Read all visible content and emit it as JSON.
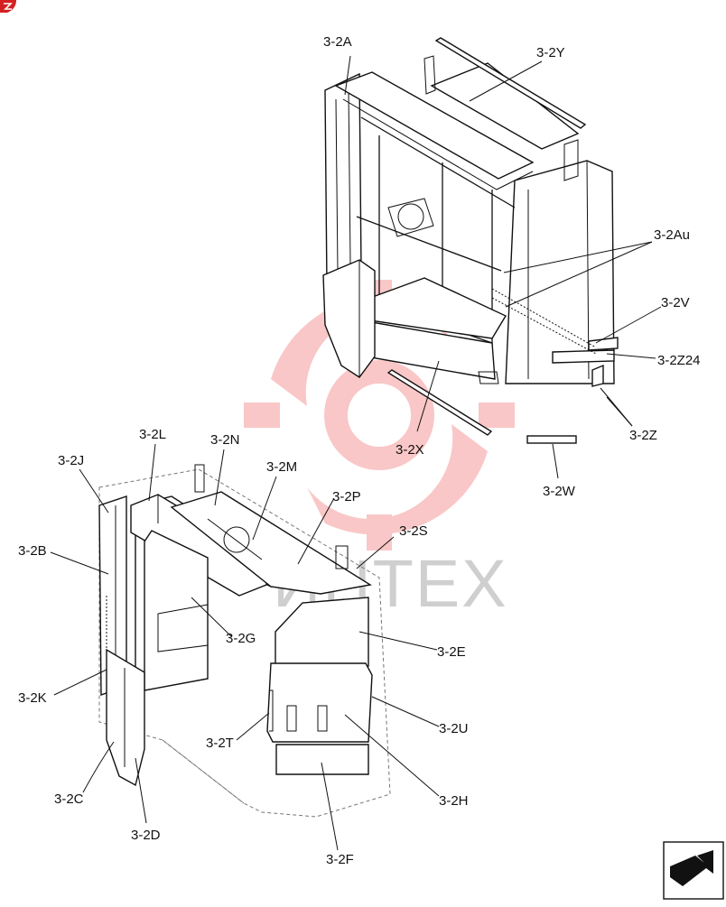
{
  "watermark": {
    "text": "ИНТЕХ",
    "color": "#f06060"
  },
  "labels": {
    "a": "3-2A",
    "y": "3-2Y",
    "au": "3-2Au",
    "v": "3-2V",
    "z24": "3-2Z24",
    "z": "3-2Z",
    "w": "3-2W",
    "x": "3-2X",
    "l": "3-2L",
    "n": "3-2N",
    "j": "3-2J",
    "m": "3-2M",
    "p": "3-2P",
    "s": "3-2S",
    "b": "3-2B",
    "g": "3-2G",
    "e": "3-2E",
    "k": "3-2K",
    "u": "3-2U",
    "t": "3-2T",
    "h": "3-2H",
    "c": "3-2C",
    "d": "3-2D",
    "f": "3-2F"
  },
  "icons": {
    "corner_badge": "red-badge-icon",
    "nav_arrow": "next-page-arrow-icon"
  }
}
